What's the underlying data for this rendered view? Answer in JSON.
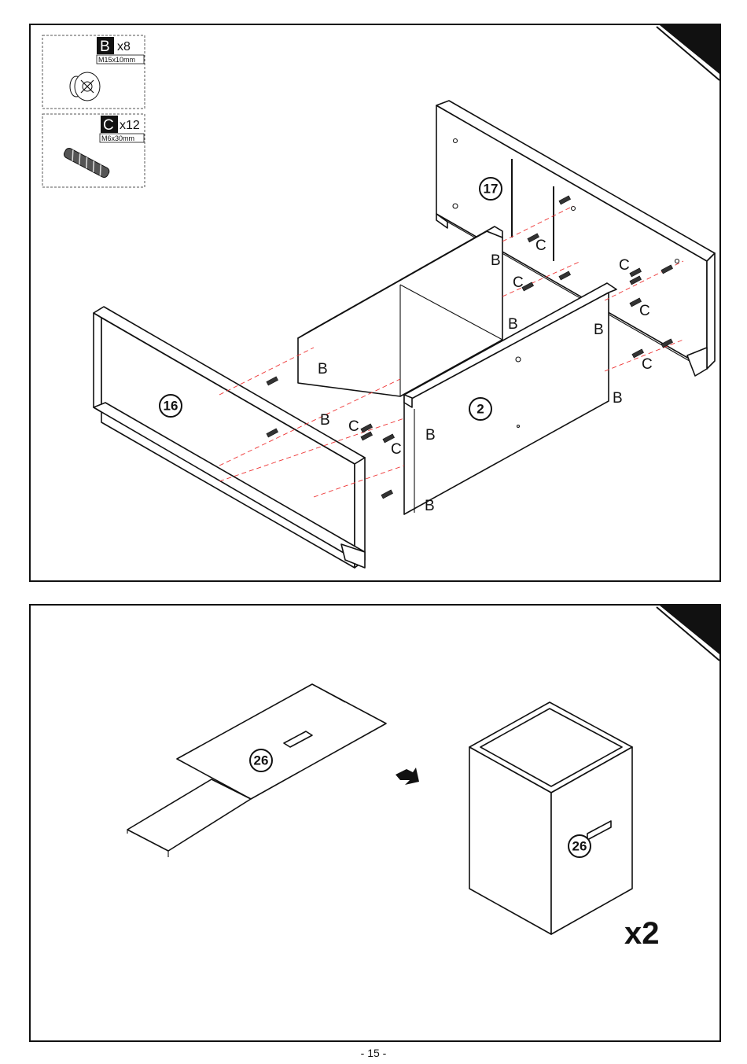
{
  "hardware": [
    {
      "key": "B",
      "qty": "x8",
      "size": "M15x10mm",
      "icon": "cam-lock-icon"
    },
    {
      "key": "C",
      "qty": "x12",
      "size": "M6x30mm",
      "icon": "wooden-dowel-icon"
    }
  ],
  "step1": {
    "parts": {
      "side_left": "16",
      "back": "17",
      "front": "2"
    },
    "callout_b": "B",
    "callout_c": "C"
  },
  "step2": {
    "part_flat": "26",
    "part_box": "26",
    "quantity": "x2",
    "arrow_icon": "fold-arrow-icon"
  },
  "page_number": "- 15 -",
  "colors": {
    "stroke": "#111111",
    "guide": "#ee3333",
    "corner": "#111111"
  }
}
